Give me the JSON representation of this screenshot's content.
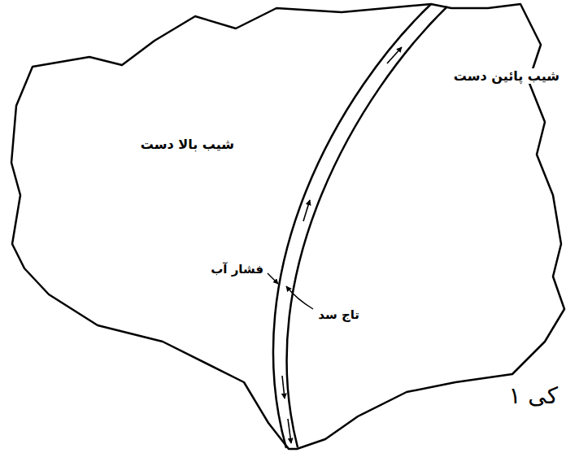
{
  "diagram": {
    "labels": [
      "شیب بالا دست",
      "شیب پائین دست",
      "فشار آب",
      "تاج سد",
      "کی ۱"
    ]
  }
}
